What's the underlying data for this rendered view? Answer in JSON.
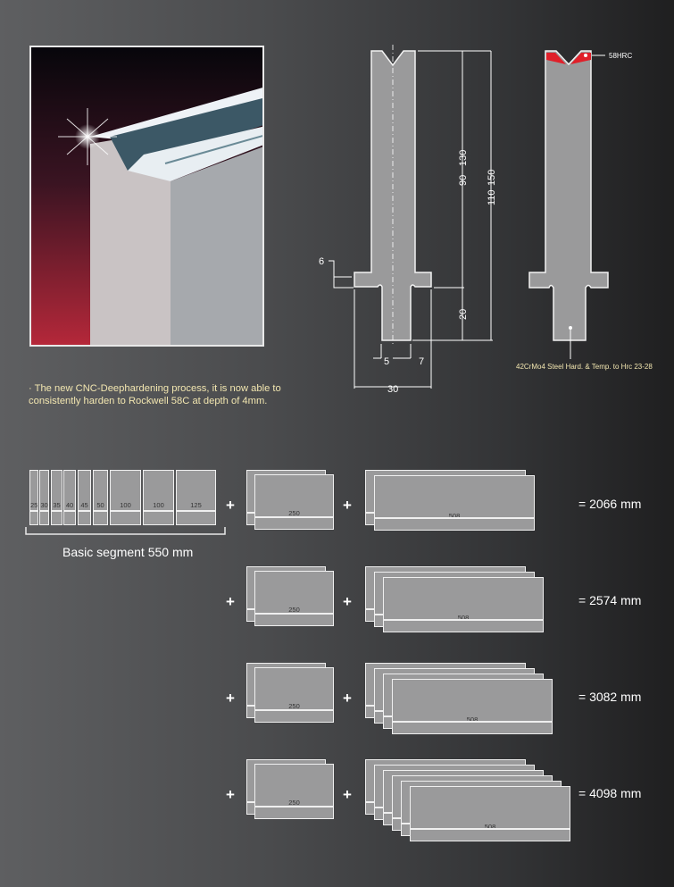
{
  "photo": {
    "alt": "CNC deephardened V-die top edge with spark highlight"
  },
  "caption": {
    "text": "· The new CNC-Deephardening process, it is now able to consistently harden to Rockwell 58C at depth of 4mm."
  },
  "drawing_left": {
    "dims": {
      "h_v_depth": "6",
      "d90": "90",
      "d130": "130",
      "d110": "110",
      "d150": "150",
      "d20": "20",
      "d5": "5",
      "d7": "7",
      "d30": "30"
    }
  },
  "drawing_right": {
    "hardness_label": "58HRC",
    "material_note": "42CrMo4 Steel Hard. & Temp. to Hrc 23-28",
    "hardened_color": "#e0202a"
  },
  "segments": {
    "basic_label": "Basic segment 550 mm",
    "basic_widths": [
      "25",
      "30",
      "35",
      "40",
      "45",
      "50",
      "100",
      "100",
      "125"
    ],
    "rows": [
      {
        "seg250_count": 2,
        "seg250_label": "250",
        "seg508_count": 2,
        "seg508_label": "508",
        "total": "= 2066 mm"
      },
      {
        "seg250_count": 2,
        "seg250_label": "250",
        "seg508_count": 3,
        "seg508_label": "508",
        "total": "= 2574 mm"
      },
      {
        "seg250_count": 2,
        "seg250_label": "250",
        "seg508_count": 4,
        "seg508_label": "508",
        "total": "= 3082 mm"
      },
      {
        "seg250_count": 2,
        "seg250_label": "250",
        "seg508_count": 6,
        "seg508_label": "508",
        "total": "= 4098 mm"
      }
    ],
    "plus": "+"
  }
}
